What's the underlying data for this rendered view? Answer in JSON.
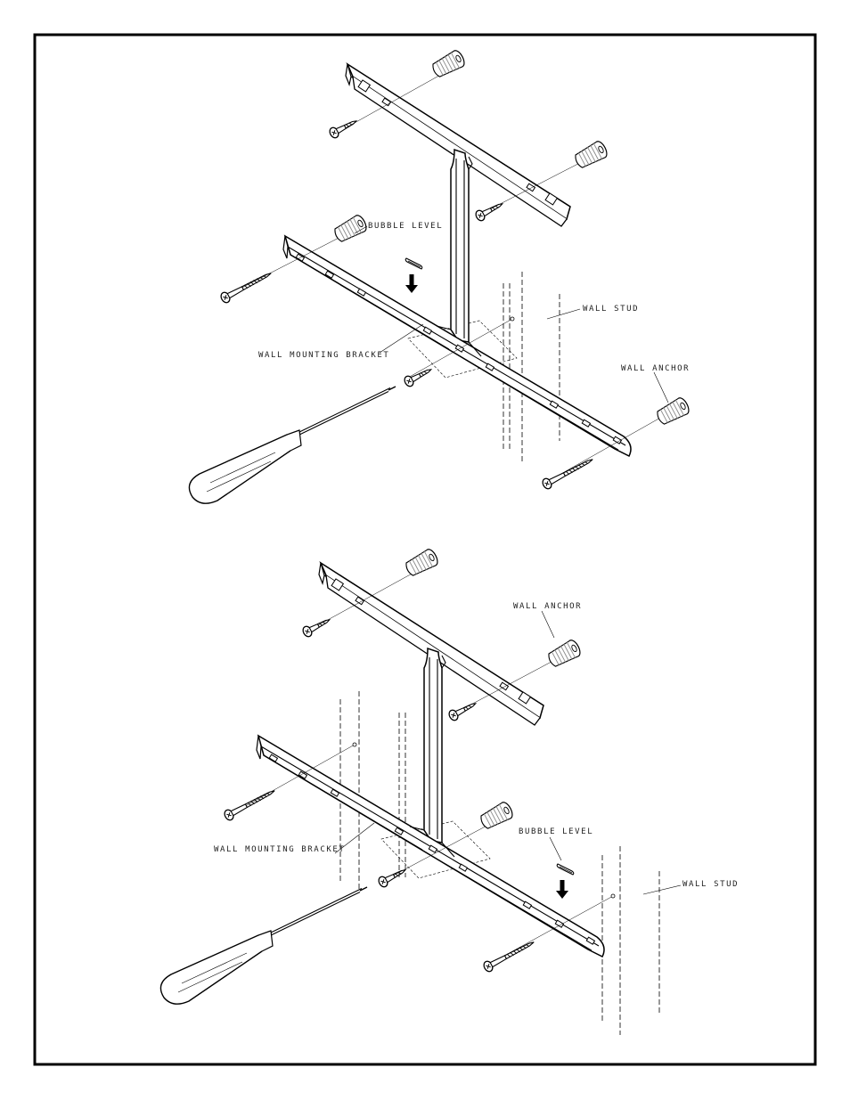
{
  "labels": {
    "bubble_level": "BUBBLE LEVEL",
    "wall_stud": "WALL STUD",
    "wall_mounting_bracket": "WALL MOUNTING BRACKET",
    "wall_anchor": "WALL ANCHOR"
  },
  "colors": {
    "ink": "#000000",
    "paper": "#ffffff",
    "light_ink": "#555555"
  }
}
